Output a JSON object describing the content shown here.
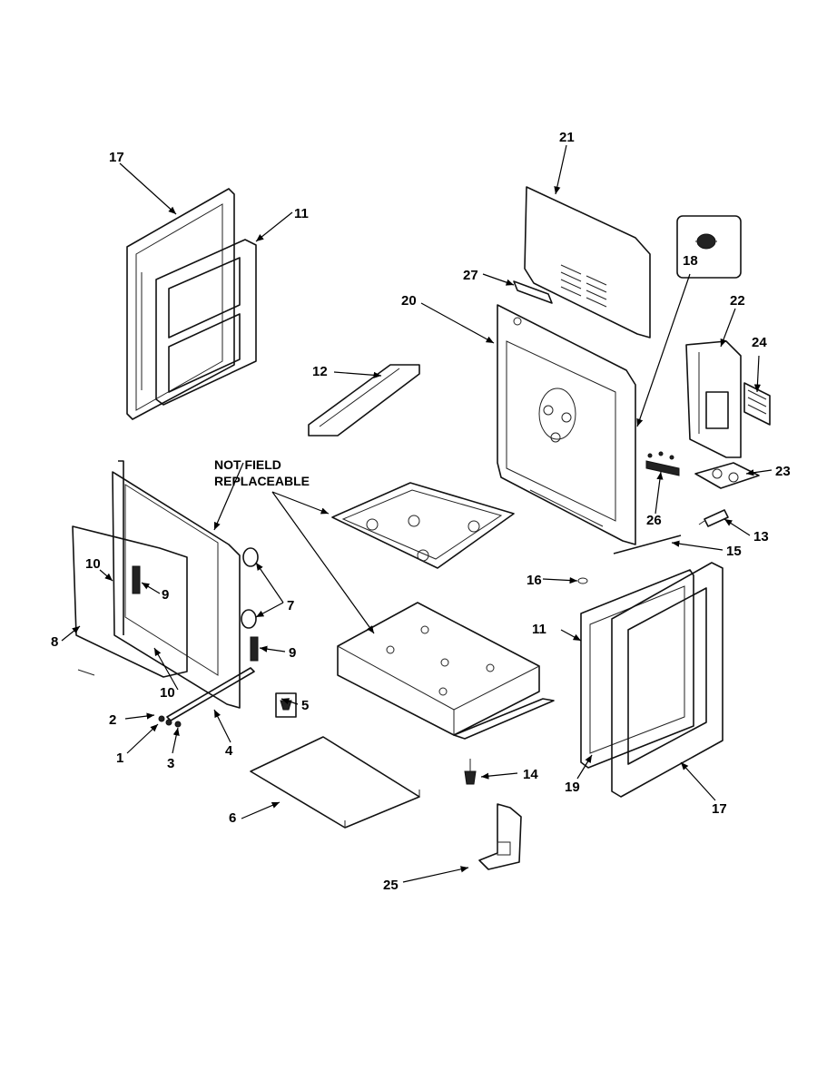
{
  "diagram": {
    "note": [
      "NOT FIELD",
      "REPLACEABLE"
    ],
    "callouts": {
      "p1": "1",
      "p2": "2",
      "p3": "3",
      "p4": "4",
      "p5": "5",
      "p6": "6",
      "p7": "7",
      "p8": "8",
      "p9a": "9",
      "p9b": "9",
      "p10a": "10",
      "p10b": "10",
      "p11a": "11",
      "p11b": "11",
      "p12": "12",
      "p13": "13",
      "p14": "14",
      "p15": "15",
      "p16": "16",
      "p17a": "17",
      "p17b": "17",
      "p18": "18",
      "p19": "19",
      "p20": "20",
      "p21": "21",
      "p22": "22",
      "p23": "23",
      "p24": "24",
      "p25": "25",
      "p26": "26",
      "p27": "27"
    }
  }
}
